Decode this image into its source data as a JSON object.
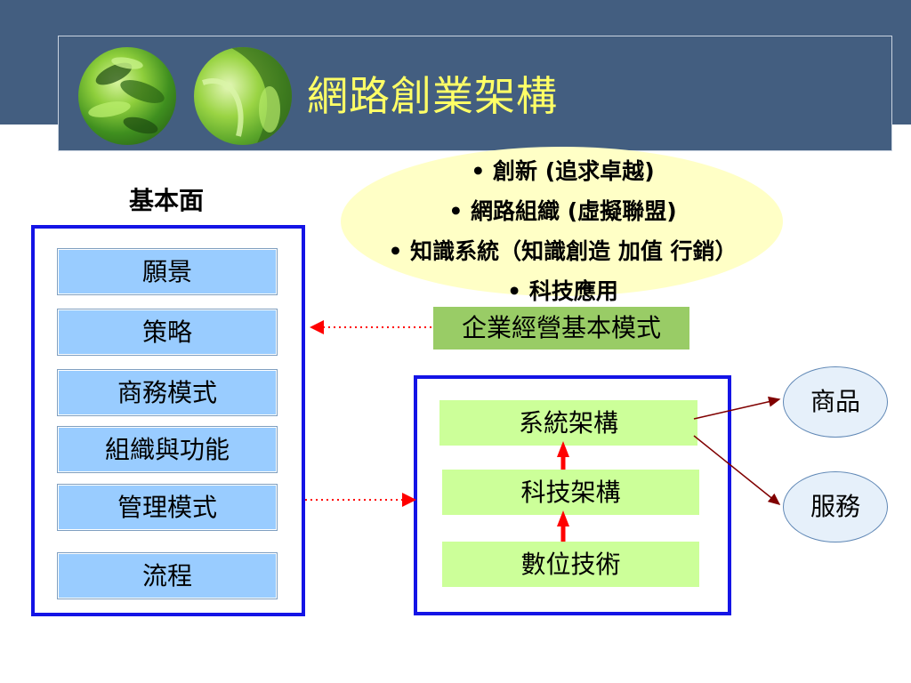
{
  "title": "網路創業架構",
  "ellipse_bullets": [
    "• 創新 (追求卓越)",
    "• 網路組織 (虛擬聯盟)",
    "• 知識系統（知識創造 加值 行銷）",
    "• 科技應用"
  ],
  "left_heading": "基本面",
  "left_items": [
    "願景",
    "策略",
    "商務模式",
    "組織與功能",
    "管理模式",
    "流程"
  ],
  "mode_label": "企業經營基本模式",
  "right_items": [
    "系統架構",
    "科技架構",
    "數位技術"
  ],
  "outputs": [
    "商品",
    "服務"
  ],
  "colors": {
    "header": "#435e80",
    "title_text": "#ffff66",
    "box_border": "#1414e6",
    "left_box_fill": "#99ccff",
    "right_box_fill": "#ccff99",
    "mode_fill": "#99cc66",
    "ellipse_fill": "#ffffc6",
    "arrow_red": "#ff0000",
    "connector": "#800000"
  }
}
